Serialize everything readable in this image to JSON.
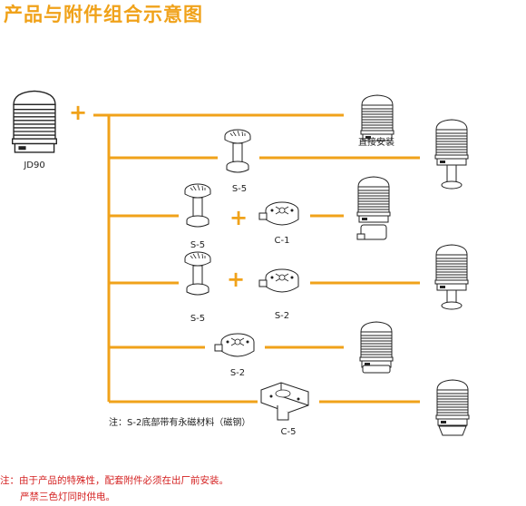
{
  "title": "产品与附件组合示意图",
  "labels": {
    "jd90": "JD90",
    "direct_install": "直接安装",
    "s5_row1": "S-5",
    "s5_row2": "S-5",
    "c1_row2": "C-1",
    "s5_row3": "S-5",
    "s2_row3": "S-2",
    "s2_row4": "S-2",
    "c5_row5": "C-5"
  },
  "plus_symbol": "+",
  "magnet_note": "注：S-2底部带有永磁材料（磁钢）",
  "footer_note_1": "注：由于产品的特殊性，配套附件必须在出厂前安装。",
  "footer_note_2": "严禁三色灯同时供电。",
  "colors": {
    "accent": "#f0a21a",
    "note_red": "#d42020",
    "line_art": "#222222"
  },
  "icons": [
    "beacon-light-icon",
    "pole-bracket-icon",
    "base-mount-icon",
    "magnetic-base-icon",
    "wall-bracket-icon"
  ]
}
